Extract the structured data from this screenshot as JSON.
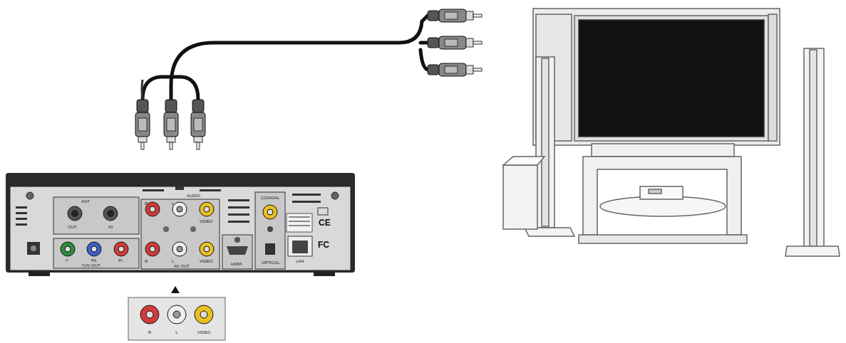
{
  "diagram": {
    "nodes": [
      {
        "text": [
          "R",
          "L",
          "VIDEO"
        ]
      }
    ],
    "labels": [
      "ANT",
      "OUT",
      "IN",
      "Y",
      "Pb",
      "Pr",
      "YUV OUT",
      "R",
      "L",
      "AUDIO",
      "VIDEO",
      "R",
      "L",
      "AV OUT",
      "VIDEO",
      "COAXIAL",
      "HDMI",
      "OPTICAL",
      "LAN",
      "CE",
      "FC"
    ]
  }
}
